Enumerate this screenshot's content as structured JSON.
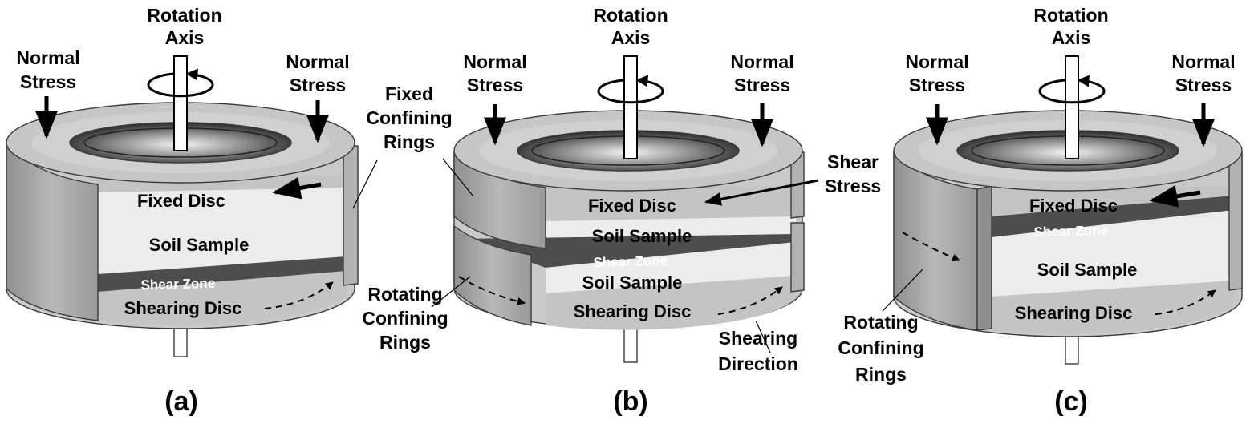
{
  "panels": [
    {
      "panel_label": "(a)",
      "rotation_axis": [
        "Rotation",
        "Axis"
      ],
      "normal_stress_left": [
        "Normal",
        "Stress"
      ],
      "normal_stress_right": [
        "Normal",
        "Stress"
      ],
      "fixed_disc": "Fixed Disc",
      "soil_sample": "Soil Sample",
      "shear_zone": "Shear Zone",
      "shearing_disc": "Shearing Disc"
    },
    {
      "panel_label": "(b)",
      "rotation_axis": [
        "Rotation",
        "Axis"
      ],
      "normal_stress_left": [
        "Normal",
        "Stress"
      ],
      "normal_stress_right": [
        "Normal",
        "Stress"
      ],
      "fixed_disc": "Fixed Disc",
      "soil_sample_upper": "Soil Sample",
      "shear_zone": "Shear Zone",
      "soil_sample_lower": "Soil Sample",
      "shearing_disc": "Shearing Disc"
    },
    {
      "panel_label": "(c)",
      "rotation_axis": [
        "Rotation",
        "Axis"
      ],
      "normal_stress_left": [
        "Normal",
        "Stress"
      ],
      "normal_stress_right": [
        "Normal",
        "Stress"
      ],
      "fixed_disc": "Fixed Disc",
      "shear_zone": "Shear Zone",
      "soil_sample": "Soil Sample",
      "shearing_disc": "Shearing Disc"
    }
  ],
  "callouts": {
    "fixed_confining_rings": [
      "Fixed",
      "Confining",
      "Rings"
    ],
    "rotating_confining_rings_b": [
      "Rotating",
      "Confining",
      "Rings"
    ],
    "shear_stress": [
      "Shear",
      "Stress"
    ],
    "shearing_direction": [
      "Shearing",
      "Direction"
    ],
    "rotating_confining_rings_c": [
      "Rotating",
      "Confining",
      "Rings"
    ]
  },
  "colors": {
    "ring_top": "#c6c6c6",
    "ring_wall": "#a3a3a3",
    "disc_face": "#c8c8c8",
    "soil": "#ececec",
    "shear_zone": "#4d4d4d",
    "outline": "#3a3a3a"
  }
}
